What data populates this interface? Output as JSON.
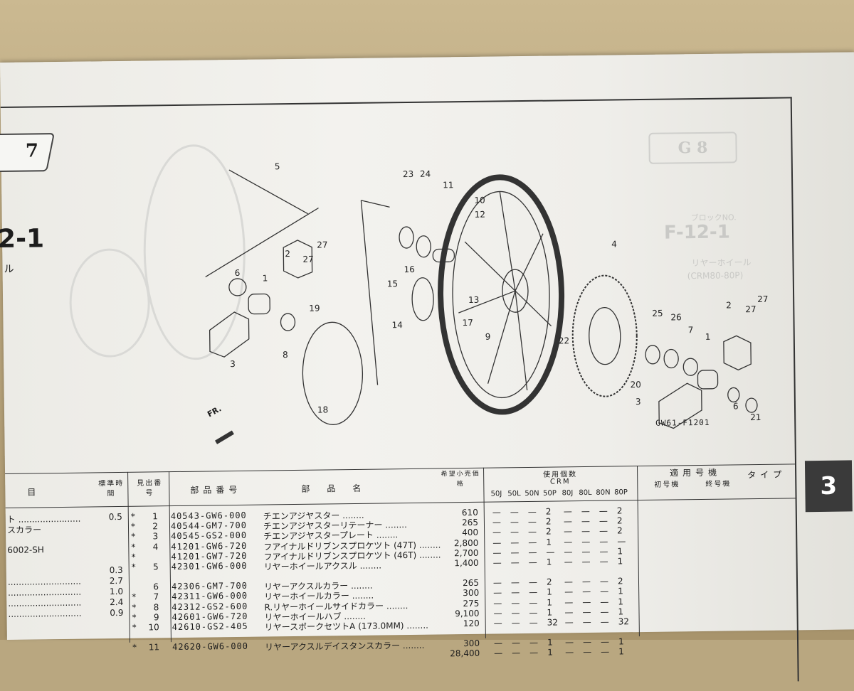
{
  "page": {
    "tab_number": "7",
    "block_number": "2-1",
    "block_sub": "ル",
    "side_tab": "3",
    "ghost_tab": "G 8",
    "ghost_block": "F-12-1",
    "ghost_block_label": "ブロックNO.",
    "ghost_sub1": "リヤーホイール",
    "ghost_sub2": "(CRM80-80P)",
    "drawing_number": "GW61-F1201",
    "front_marker": "FR."
  },
  "callouts": [
    "5",
    "23",
    "24",
    "11",
    "10",
    "12",
    "6",
    "1",
    "2",
    "27",
    "27",
    "3",
    "19",
    "8",
    "18",
    "16",
    "15",
    "13",
    "9",
    "14",
    "17",
    "4",
    "22",
    "25",
    "26",
    "7",
    "2",
    "27",
    "27",
    "20",
    "1",
    "3",
    "6",
    "21"
  ],
  "table": {
    "headers": {
      "left_title": "目",
      "std_time": "標準時間",
      "ref_no": "見出番号",
      "part_no": "部品番号",
      "part_name": "部品名",
      "price": "希望小売価格",
      "usage": "使用個数",
      "crm": "CRM",
      "models": [
        "50J",
        "50L",
        "50N",
        "50P",
        "80J",
        "80L",
        "80N",
        "80P"
      ],
      "applicable": "適用号機",
      "first": "初号機",
      "last": "終号機",
      "type": "タイプ"
    },
    "left_column": [
      {
        "text": "ト .......................",
        "time": "0.5"
      },
      {
        "text": "スカラー",
        "time": ""
      },
      {
        "text": "",
        "time": ""
      },
      {
        "text": "6002-SH",
        "time": ""
      },
      {
        "text": "",
        "time": ""
      },
      {
        "text": "",
        "time": "0.3"
      },
      {
        "text": "...........................",
        "time": "2.7"
      },
      {
        "text": "...........................",
        "time": "1.0"
      },
      {
        "text": "...........................",
        "time": "2.4"
      },
      {
        "text": "...........................",
        "time": "0.9"
      }
    ],
    "rows": [
      {
        "mark": "*",
        "no": "1",
        "part": "40543-GW6-000",
        "name": "チエンアジヤスター",
        "price": "610",
        "qty": [
          "—",
          "—",
          "—",
          "2",
          "—",
          "—",
          "—",
          "2"
        ]
      },
      {
        "mark": "*",
        "no": "2",
        "part": "40544-GM7-700",
        "name": "チエンアジヤスターリテーナー",
        "price": "265",
        "qty": [
          "—",
          "—",
          "—",
          "2",
          "—",
          "—",
          "—",
          "2"
        ]
      },
      {
        "mark": "*",
        "no": "3",
        "part": "40545-GS2-000",
        "name": "チエンアジヤスタープレート",
        "price": "400",
        "qty": [
          "—",
          "—",
          "—",
          "2",
          "—",
          "—",
          "—",
          "2"
        ]
      },
      {
        "mark": "*",
        "no": "4",
        "part": "41201-GW6-720",
        "name": "フアイナルドリブンスプロケツト (47T)",
        "price": "2,800",
        "qty": [
          "—",
          "—",
          "—",
          "1",
          "—",
          "—",
          "—",
          "—"
        ]
      },
      {
        "mark": "*",
        "no": "",
        "part": "41201-GW7-720",
        "name": "フアイナルドリブンスプロケツト (46T)",
        "price": "2,700",
        "qty": [
          "—",
          "—",
          "—",
          "—",
          "—",
          "—",
          "—",
          "1"
        ]
      },
      {
        "mark": "*",
        "no": "5",
        "part": "42301-GW6-000",
        "name": "リヤーホイールアクスル",
        "price": "1,400",
        "qty": [
          "—",
          "—",
          "—",
          "1",
          "—",
          "—",
          "—",
          "1"
        ]
      },
      {
        "mark": "",
        "no": "6",
        "part": "42306-GM7-700",
        "name": "リヤーアクスルカラー",
        "price": "265",
        "qty": [
          "—",
          "—",
          "—",
          "2",
          "—",
          "—",
          "—",
          "2"
        ]
      },
      {
        "mark": "*",
        "no": "7",
        "part": "42311-GW6-000",
        "name": "リヤーホイールカラー",
        "price": "300",
        "qty": [
          "—",
          "—",
          "—",
          "1",
          "—",
          "—",
          "—",
          "1"
        ]
      },
      {
        "mark": "*",
        "no": "8",
        "part": "42312-GS2-600",
        "name": "R.リヤーホイールサイドカラー",
        "price": "275",
        "qty": [
          "—",
          "—",
          "—",
          "1",
          "—",
          "—",
          "—",
          "1"
        ]
      },
      {
        "mark": "*",
        "no": "9",
        "part": "42601-GW6-720",
        "name": "リヤーホイールハブ",
        "price": "9,100",
        "qty": [
          "—",
          "—",
          "—",
          "1",
          "—",
          "—",
          "—",
          "1"
        ]
      },
      {
        "mark": "*",
        "no": "10",
        "part": "42610-GS2-405",
        "name": "リヤースポークセツトA (173.0MM)",
        "price": "120",
        "qty": [
          "—",
          "—",
          "—",
          "32",
          "—",
          "—",
          "—",
          "32"
        ]
      },
      {
        "mark": "*",
        "no": "11",
        "part": "42620-GW6-000",
        "name": "リヤーアクスルデイスタンスカラー",
        "price": "300",
        "qty": [
          "—",
          "—",
          "—",
          "1",
          "—",
          "—",
          "—",
          "1"
        ]
      },
      {
        "mark": "",
        "no": "",
        "part": "",
        "name": "",
        "price": "28,400",
        "qty": [
          "—",
          "—",
          "—",
          "1",
          "—",
          "—",
          "—",
          "1"
        ]
      }
    ]
  }
}
